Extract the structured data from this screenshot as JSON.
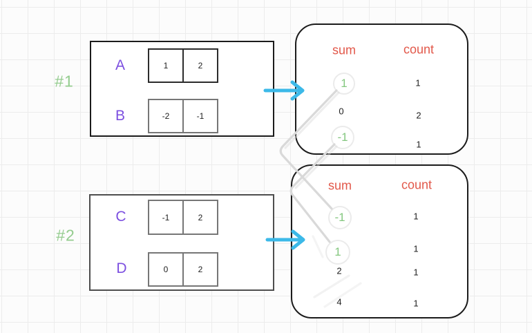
{
  "canvas": {
    "bg": "#fcfcfc",
    "grid_color": "#ececec"
  },
  "colors": {
    "tag_green": "#94cc8e",
    "value_green": "#84c77f",
    "row_label_purple": "#7c4fe0",
    "header_coral": "#e2584a",
    "arrow_cyan": "#3cb9e8",
    "connector_gray": "#d9d9d9"
  },
  "groups": [
    {
      "tag": "#1",
      "rows": [
        {
          "name": "A",
          "cells": [
            "1",
            "2"
          ]
        },
        {
          "name": "B",
          "cells": [
            "-2",
            "-1"
          ]
        }
      ]
    },
    {
      "tag": "#2",
      "rows": [
        {
          "name": "C",
          "cells": [
            "-1",
            "2"
          ]
        },
        {
          "name": "D",
          "cells": [
            "0",
            "2"
          ]
        }
      ]
    }
  ],
  "tables": [
    {
      "sum_header": "sum",
      "count_header": "count",
      "rows": [
        {
          "sum": "1",
          "count": "1",
          "circled": true
        },
        {
          "sum": "0",
          "count": "2",
          "circled": false
        },
        {
          "sum": "-1",
          "count": "1",
          "circled": true
        }
      ]
    },
    {
      "sum_header": "sum",
      "count_header": "count",
      "rows": [
        {
          "sum": "-1",
          "count": "1",
          "circled": true
        },
        {
          "sum": "1",
          "count": "1",
          "circled": true
        },
        {
          "sum": "2",
          "count": "1",
          "circled": false
        },
        {
          "sum": "4",
          "count": "1",
          "circled": false
        }
      ]
    }
  ],
  "connections": [
    {
      "from": "table1 sum 1",
      "to": "table2 sum -1"
    },
    {
      "from": "table1 sum -1",
      "to": "table2 sum 1"
    }
  ]
}
